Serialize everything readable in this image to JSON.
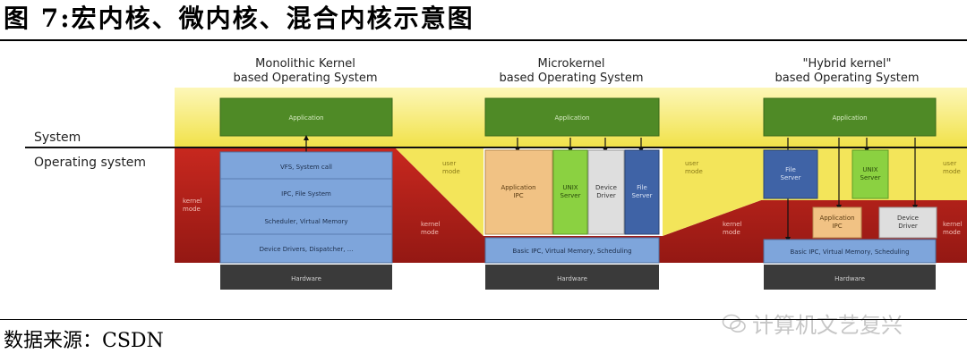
{
  "figure": {
    "title": "图 7:宏内核、微内核、混合内核示意图",
    "source": "数据来源：CSDN",
    "watermark": "计算机文艺复兴"
  },
  "layers": {
    "user": "System",
    "kernel": "Operating system",
    "user_mode_label": [
      "user",
      "mode"
    ],
    "kernel_mode_label": [
      "kernel",
      "mode"
    ]
  },
  "monolithic": {
    "heading": [
      "Monolithic Kernel",
      "based Operating System"
    ],
    "application": "Application",
    "layers": [
      "VFS, System call",
      "IPC, File System",
      "Scheduler, Virtual Memory",
      "Device Drivers, Dispatcher, ..."
    ],
    "hardware": "Hardware"
  },
  "microkernel": {
    "heading": [
      "Microkernel",
      "based Operating System"
    ],
    "application": "Application",
    "servers": [
      {
        "label": [
          "Application",
          "IPC"
        ]
      },
      {
        "label": [
          "UNIX",
          "Server"
        ]
      },
      {
        "label": [
          "Device",
          "Driver"
        ]
      },
      {
        "label": [
          "File",
          "Server"
        ]
      }
    ],
    "kernel": "Basic IPC, Virtual Memory, Scheduling",
    "hardware": "Hardware"
  },
  "hybrid": {
    "heading": [
      "\"Hybrid kernel\"",
      "based Operating System"
    ],
    "application": "Application",
    "user_servers": [
      {
        "label": [
          "File",
          "Server"
        ]
      },
      {
        "label": [
          "UNIX",
          "Server"
        ]
      }
    ],
    "kernel_servers": [
      {
        "label": [
          "Application",
          "IPC"
        ]
      },
      {
        "label": [
          "Device",
          "Driver"
        ]
      }
    ],
    "kernel": "Basic IPC, Virtual Memory, Scheduling",
    "hardware": "Hardware"
  },
  "colors": {
    "user_space": "#f7ef6a",
    "kernel_space": "#b3201c",
    "application": "#4f8a26",
    "monolithic_block": "#7ea5db",
    "app_ipc": "#f1c284",
    "unix_server": "#8bd141",
    "device_driver": "#dedede",
    "file_server": "#3f63a6",
    "hardware": "#3a3a3a"
  }
}
